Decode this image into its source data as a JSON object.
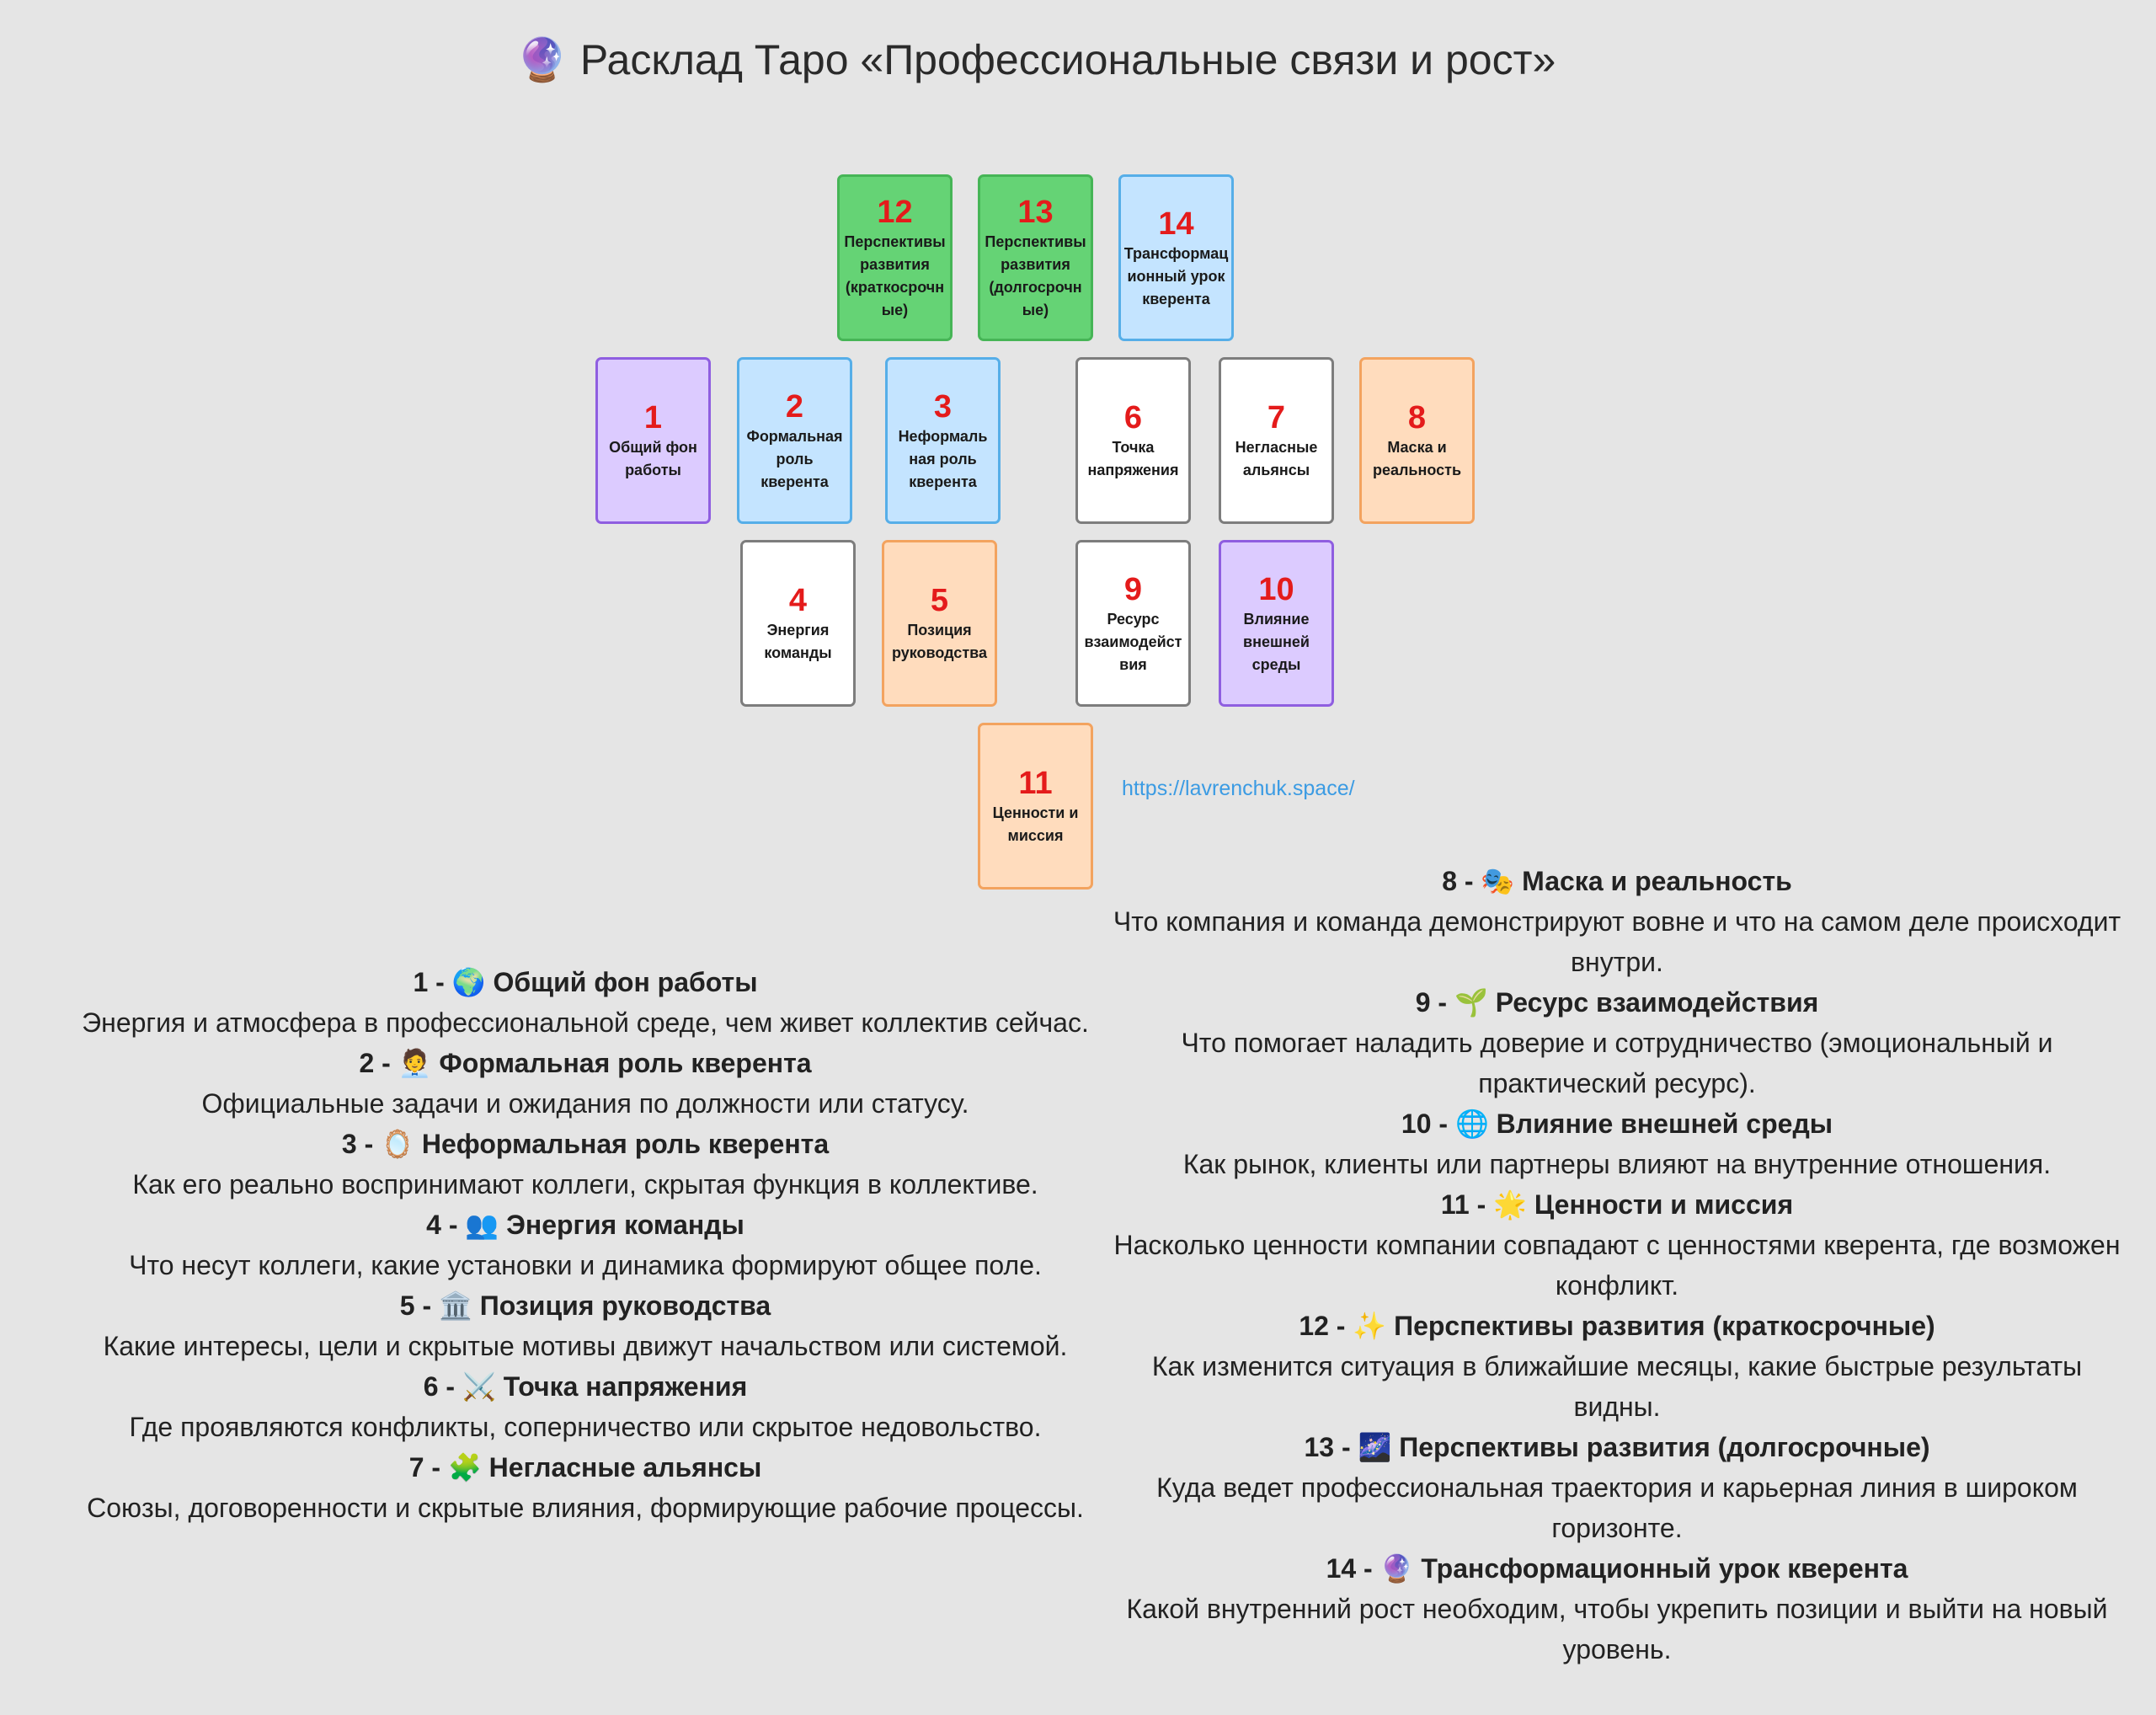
{
  "title": "🔮 Расклад Таро «Профессиональные связи и рост»",
  "link": "https://lavrenchuk.space/",
  "colors": {
    "green": "#65d375",
    "blue": "#c4e4ff",
    "purple": "#dccbff",
    "white": "#ffffff",
    "orange": "#ffdcbd",
    "number": "#e41b1b",
    "link": "#3b9be3"
  },
  "cards": [
    {
      "num": "1",
      "label": "Общий фон работы",
      "color": "purple"
    },
    {
      "num": "2",
      "label": "Формальная роль кверента",
      "color": "blue"
    },
    {
      "num": "3",
      "label": "Неформаль ная роль кверента",
      "color": "blue"
    },
    {
      "num": "4",
      "label": "Энергия команды",
      "color": "white"
    },
    {
      "num": "5",
      "label": "Позиция руководства",
      "color": "orange"
    },
    {
      "num": "6",
      "label": "Точка напряжения",
      "color": "white"
    },
    {
      "num": "7",
      "label": "Негласные альянсы",
      "color": "white"
    },
    {
      "num": "8",
      "label": "Маска и реальность",
      "color": "orange"
    },
    {
      "num": "9",
      "label": "Ресурс взаимодейст вия",
      "color": "white"
    },
    {
      "num": "10",
      "label": "Влияние внешней среды",
      "color": "purple"
    },
    {
      "num": "11",
      "label": "Ценности и миссия",
      "color": "orange"
    },
    {
      "num": "12",
      "label": "Перспективы развития (краткосрочн ые)",
      "color": "green"
    },
    {
      "num": "13",
      "label": "Перспективы развития (долгосрочн ые)",
      "color": "green"
    },
    {
      "num": "14",
      "label": "Трансформац ионный урок кверента",
      "color": "blue"
    }
  ],
  "descriptions_left": [
    {
      "title": "1 - 🌍 Общий фон работы",
      "text": "Энергия и атмосфера в профессиональной среде, чем живет коллектив сейчас."
    },
    {
      "title": "2 - 🧑‍💼 Формальная роль кверента",
      "text": "Официальные задачи и ожидания по должности или статусу."
    },
    {
      "title": "3 - 🪞 Неформальная роль кверента",
      "text": "Как его реально воспринимают коллеги, скрытая функция в коллективе."
    },
    {
      "title": "4 - 👥 Энергия команды",
      "text": "Что несут коллеги, какие установки и динамика формируют общее поле."
    },
    {
      "title": "5 - 🏛️ Позиция руководства",
      "text": "Какие интересы, цели и скрытые мотивы движут начальством или системой."
    },
    {
      "title": "6 - ⚔️ Точка напряжения",
      "text": "Где проявляются конфликты, соперничество или скрытое недовольство."
    },
    {
      "title": "7 - 🧩 Негласные альянсы",
      "text": "Союзы, договоренности и скрытые влияния, формирующие рабочие процессы."
    }
  ],
  "descriptions_right": [
    {
      "title": "8 - 🎭 Маска и реальность",
      "text": "Что компания и команда демонстрируют вовне и что на самом деле происходит внутри."
    },
    {
      "title": "9 - 🌱 Ресурс взаимодействия",
      "text": "Что помогает наладить доверие и сотрудничество (эмоциональный и практический ресурс)."
    },
    {
      "title": "10 - 🌐 Влияние внешней среды",
      "text": "Как рынок, клиенты или партнеры влияют на внутренние отношения."
    },
    {
      "title": "11 - 🌟 Ценности и миссия",
      "text": "Насколько ценности компании совпадают с ценностями кверента, где возможен конфликт."
    },
    {
      "title": "12 - ✨ Перспективы развития (краткосрочные)",
      "text": "Как изменится ситуация в ближайшие месяцы, какие быстрые результаты видны."
    },
    {
      "title": "13 - 🌌 Перспективы развития (долгосрочные)",
      "text": "Куда ведет профессиональная траектория и карьерная линия в широком горизонте."
    },
    {
      "title": "14 - 🔮 Трансформационный урок кверента",
      "text": "Какой внутренний рост необходим, чтобы укрепить позиции и выйти на новый уровень."
    }
  ]
}
